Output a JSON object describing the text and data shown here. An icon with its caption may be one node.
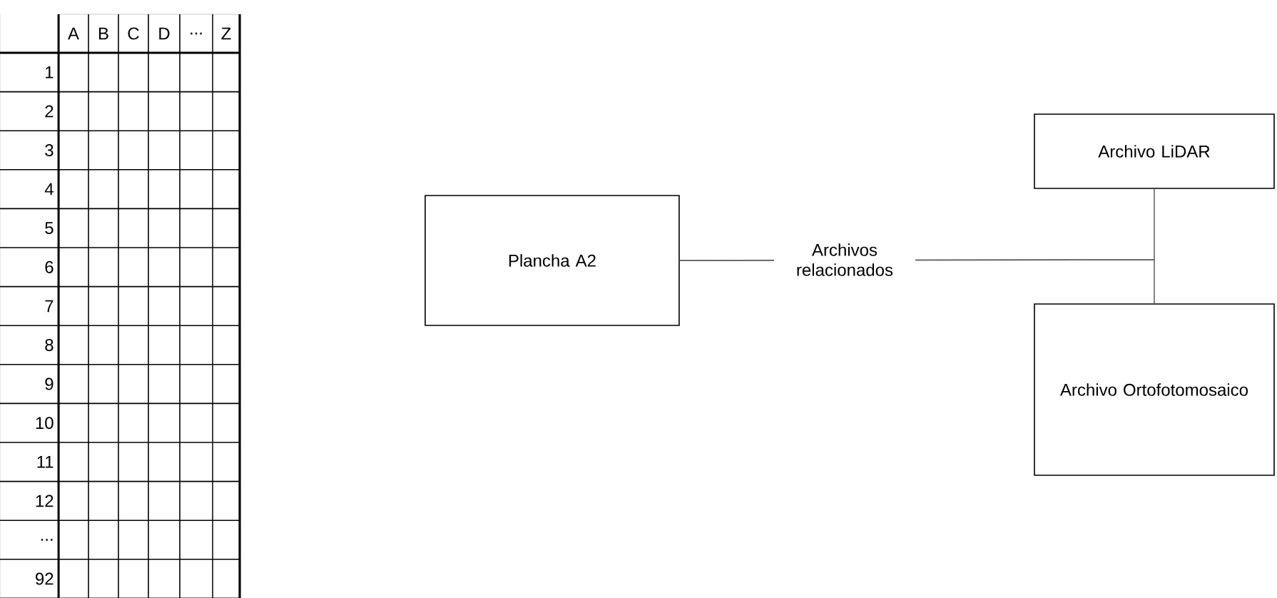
{
  "diagram": {
    "nodes": [
      {
        "text": [
          "Plancha A2"
        ]
      },
      {
        "text": [
          "Archivo LiDAR"
        ]
      },
      {
        "text": [
          "Archivo Ortofotomosaico"
        ]
      }
    ],
    "edges": [
      {
        "from": 0,
        "to": 1,
        "arrow": "none",
        "label": "Archivos relacionados"
      },
      {
        "from": 0,
        "to": 2,
        "arrow": "none"
      }
    ],
    "labels": [
      "A",
      "B",
      "C",
      "D",
      "...",
      "Z",
      "1",
      "2",
      "3",
      "4",
      "5",
      "6",
      "7",
      "8",
      "9",
      "10",
      "11",
      "12",
      "...",
      "92"
    ]
  }
}
